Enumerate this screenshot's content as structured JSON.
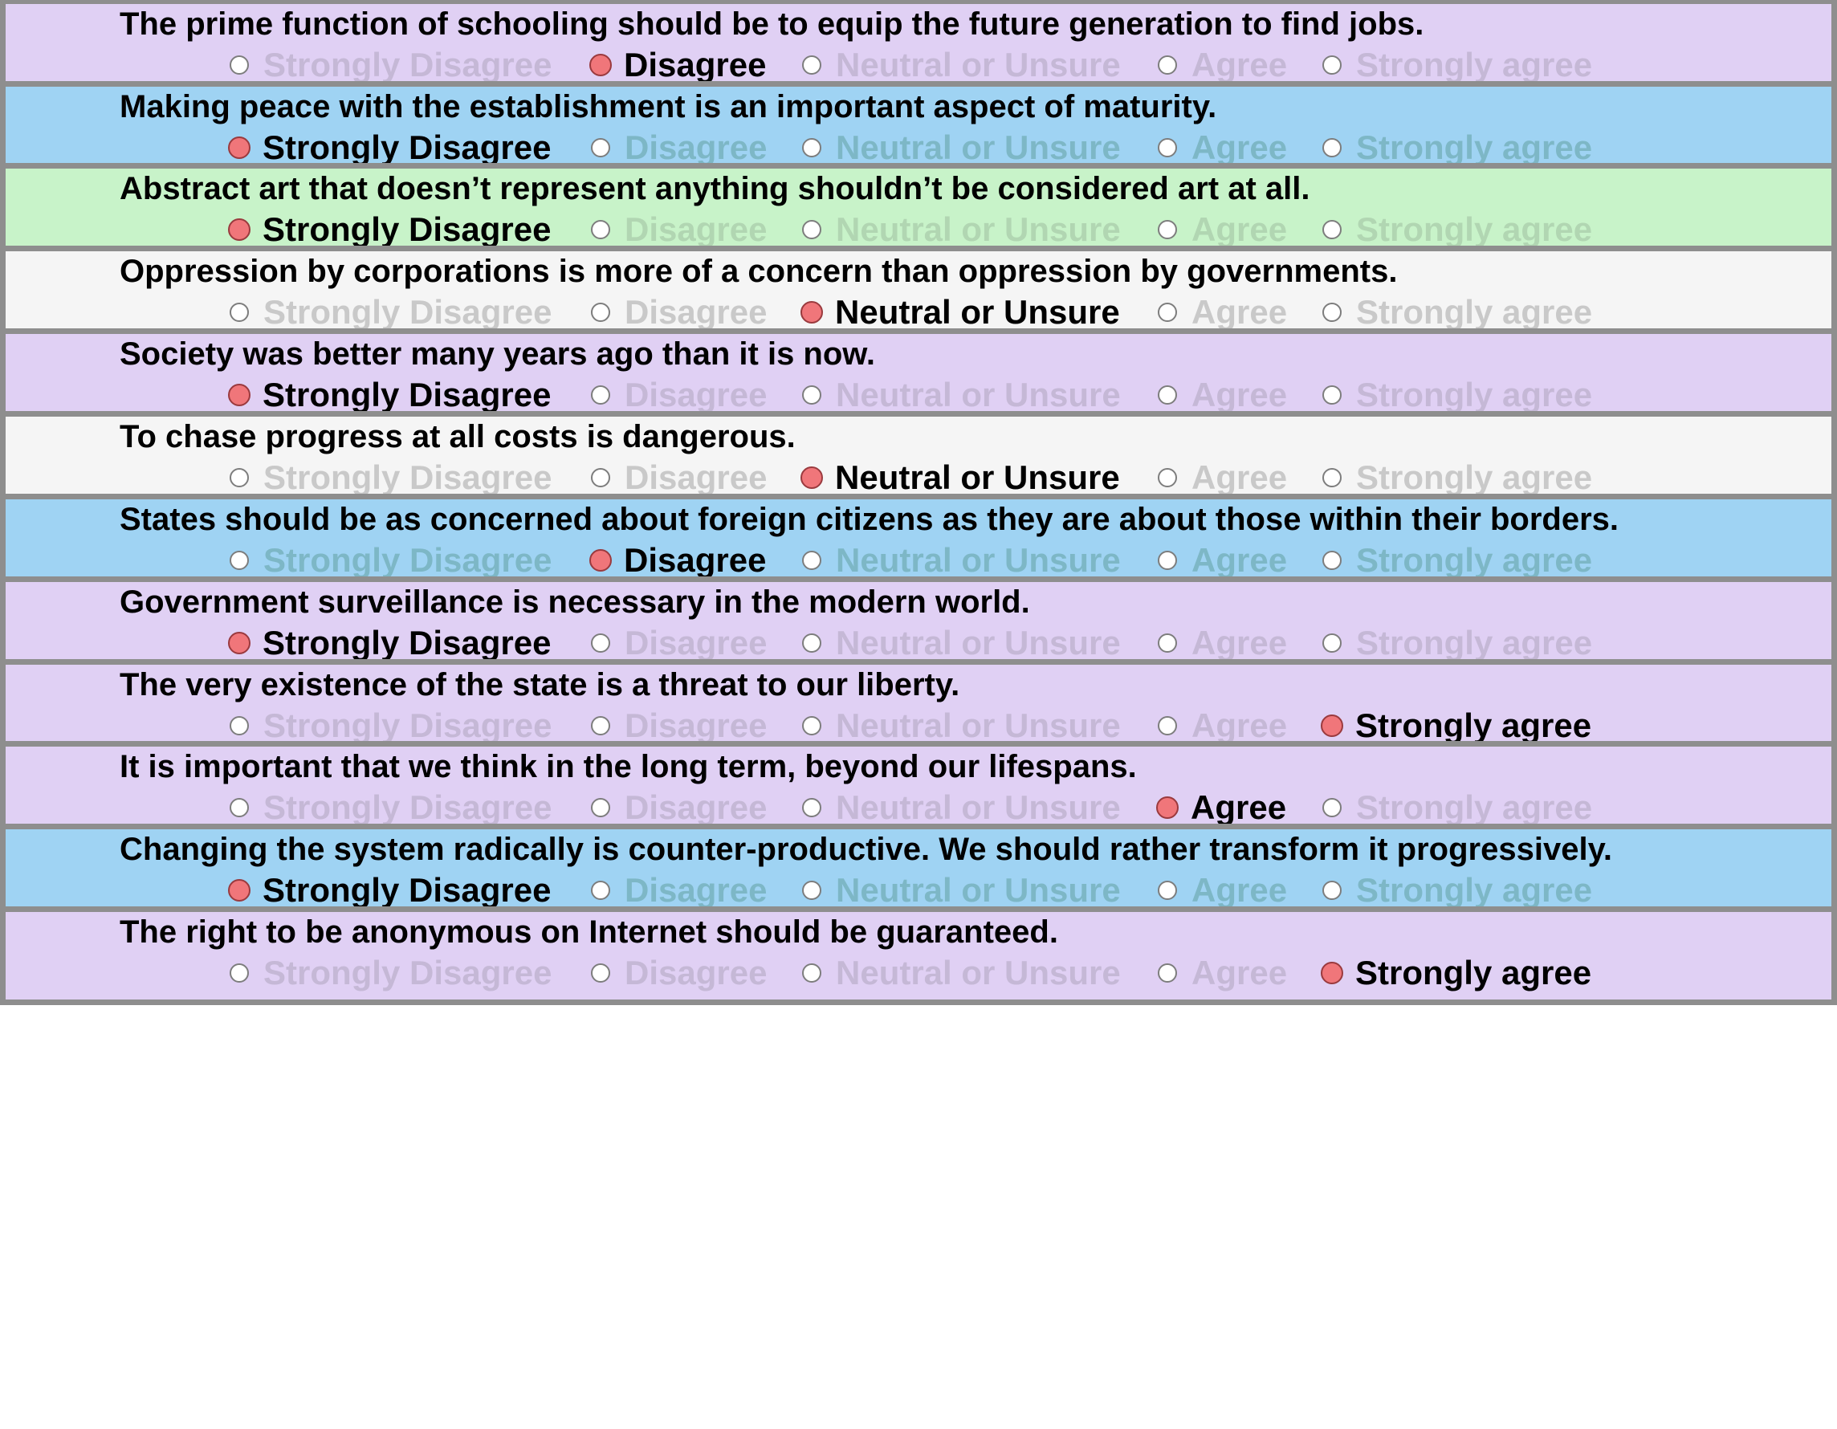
{
  "options": [
    "Strongly Disagree",
    "Disagree",
    "Neutral or Unsure",
    "Agree",
    "Strongly agree"
  ],
  "questions": [
    {
      "text": "The prime function of schooling should be to equip the future generation to find jobs.",
      "selected": 1,
      "theme": "purple"
    },
    {
      "text": "Making peace with the establishment is an important aspect of maturity.",
      "selected": 0,
      "theme": "blue"
    },
    {
      "text": "Abstract art that doesn’t represent anything shouldn’t be considered art at all.",
      "selected": 0,
      "theme": "green"
    },
    {
      "text": "Oppression by corporations is more of a concern than oppression by governments.",
      "selected": 2,
      "theme": "white"
    },
    {
      "text": "Society was better many years ago than it is now.",
      "selected": 0,
      "theme": "purple"
    },
    {
      "text": "To chase progress at all costs is dangerous.",
      "selected": 2,
      "theme": "white"
    },
    {
      "text": "States should be as concerned about foreign citizens as they are about those within their borders.",
      "selected": 1,
      "theme": "blue"
    },
    {
      "text": "Government surveillance is necessary in the modern world.",
      "selected": 0,
      "theme": "purple"
    },
    {
      "text": "The very existence of the state is a threat to our liberty.",
      "selected": 4,
      "theme": "purple"
    },
    {
      "text": "It is important that we think in the long term, beyond our lifespans.",
      "selected": 3,
      "theme": "purple"
    },
    {
      "text": "Changing the system radically is counter-productive. We should rather transform it progressively.",
      "selected": 0,
      "theme": "blue"
    },
    {
      "text": "The right to be anonymous on Internet should be guaranteed.",
      "selected": 4,
      "theme": "purple"
    }
  ],
  "colors": {
    "purple": "#e0d0f4",
    "blue": "#9fd3f3",
    "green": "#c8f3c9",
    "white": "#f5f5f5",
    "border": "#8e8e8e",
    "radio_selected": "#f0767a"
  }
}
